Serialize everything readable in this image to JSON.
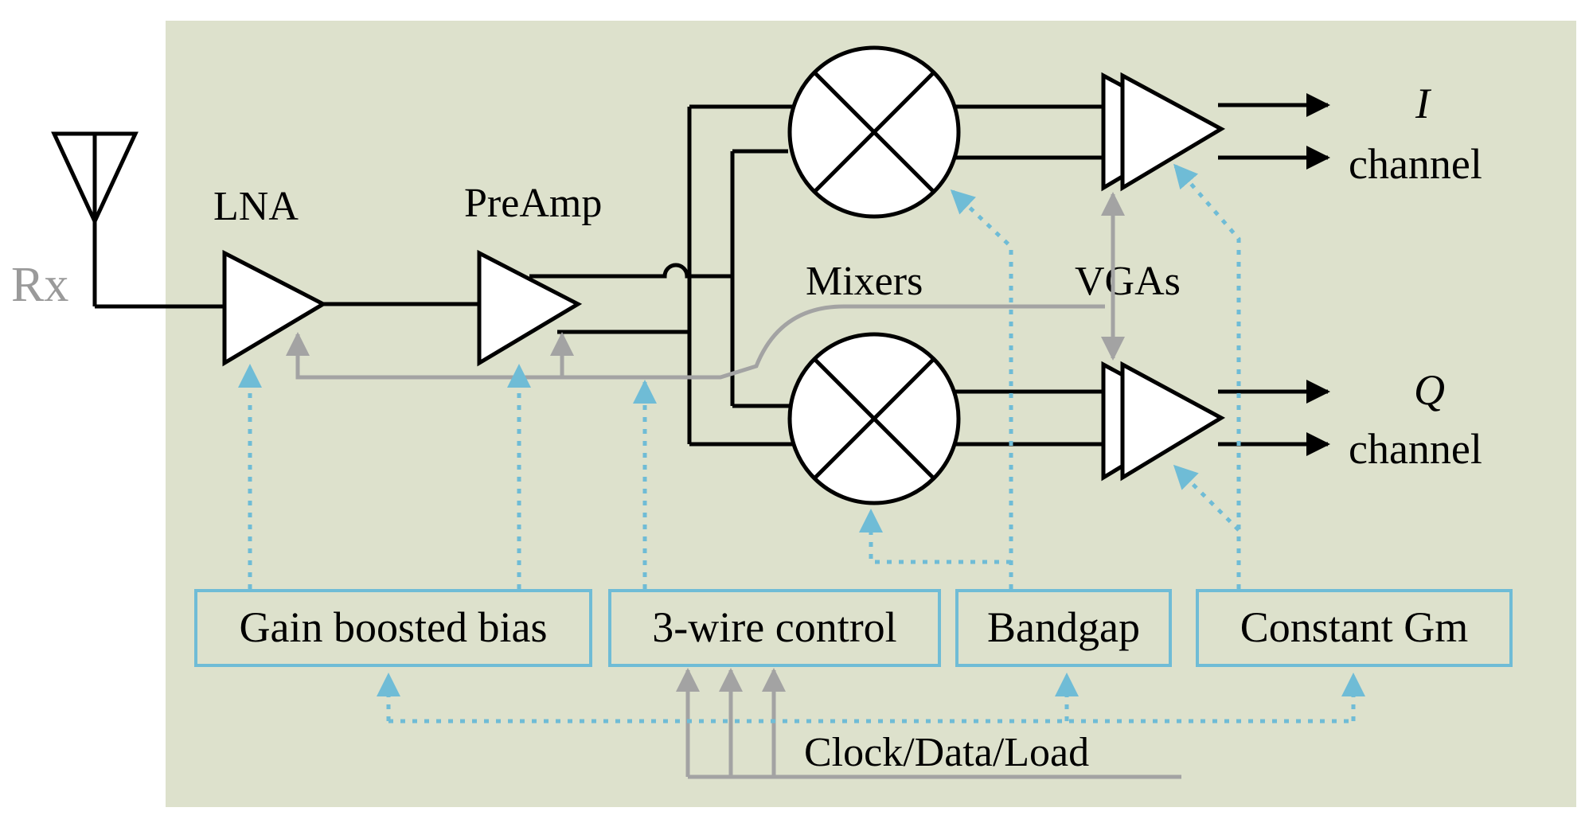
{
  "colors": {
    "panel_bg": "#DDE1CC",
    "signal": "#000000",
    "control_gray": "#A3A3A3",
    "bias_blue": "#6FBCD6",
    "rx_label": "#9A9A9A"
  },
  "antenna": {
    "label": "Rx",
    "icon": "antenna-icon"
  },
  "amplifiers": {
    "lna": "LNA",
    "preamp": "PreAmp"
  },
  "mixers": {
    "label": "Mixers",
    "icon": "mixer-multiply-icon"
  },
  "vgas": {
    "label": "VGAs"
  },
  "outputs": {
    "i_symbol": "I",
    "i_channel": "channel",
    "q_symbol": "Q",
    "q_channel": "channel"
  },
  "blocks": {
    "gain_boosted_bias": "Gain boosted bias",
    "three_wire_control": "3-wire control",
    "bandgap": "Bandgap",
    "constant_gm": "Constant Gm"
  },
  "bus": {
    "label": "Clock/Data/Load"
  }
}
